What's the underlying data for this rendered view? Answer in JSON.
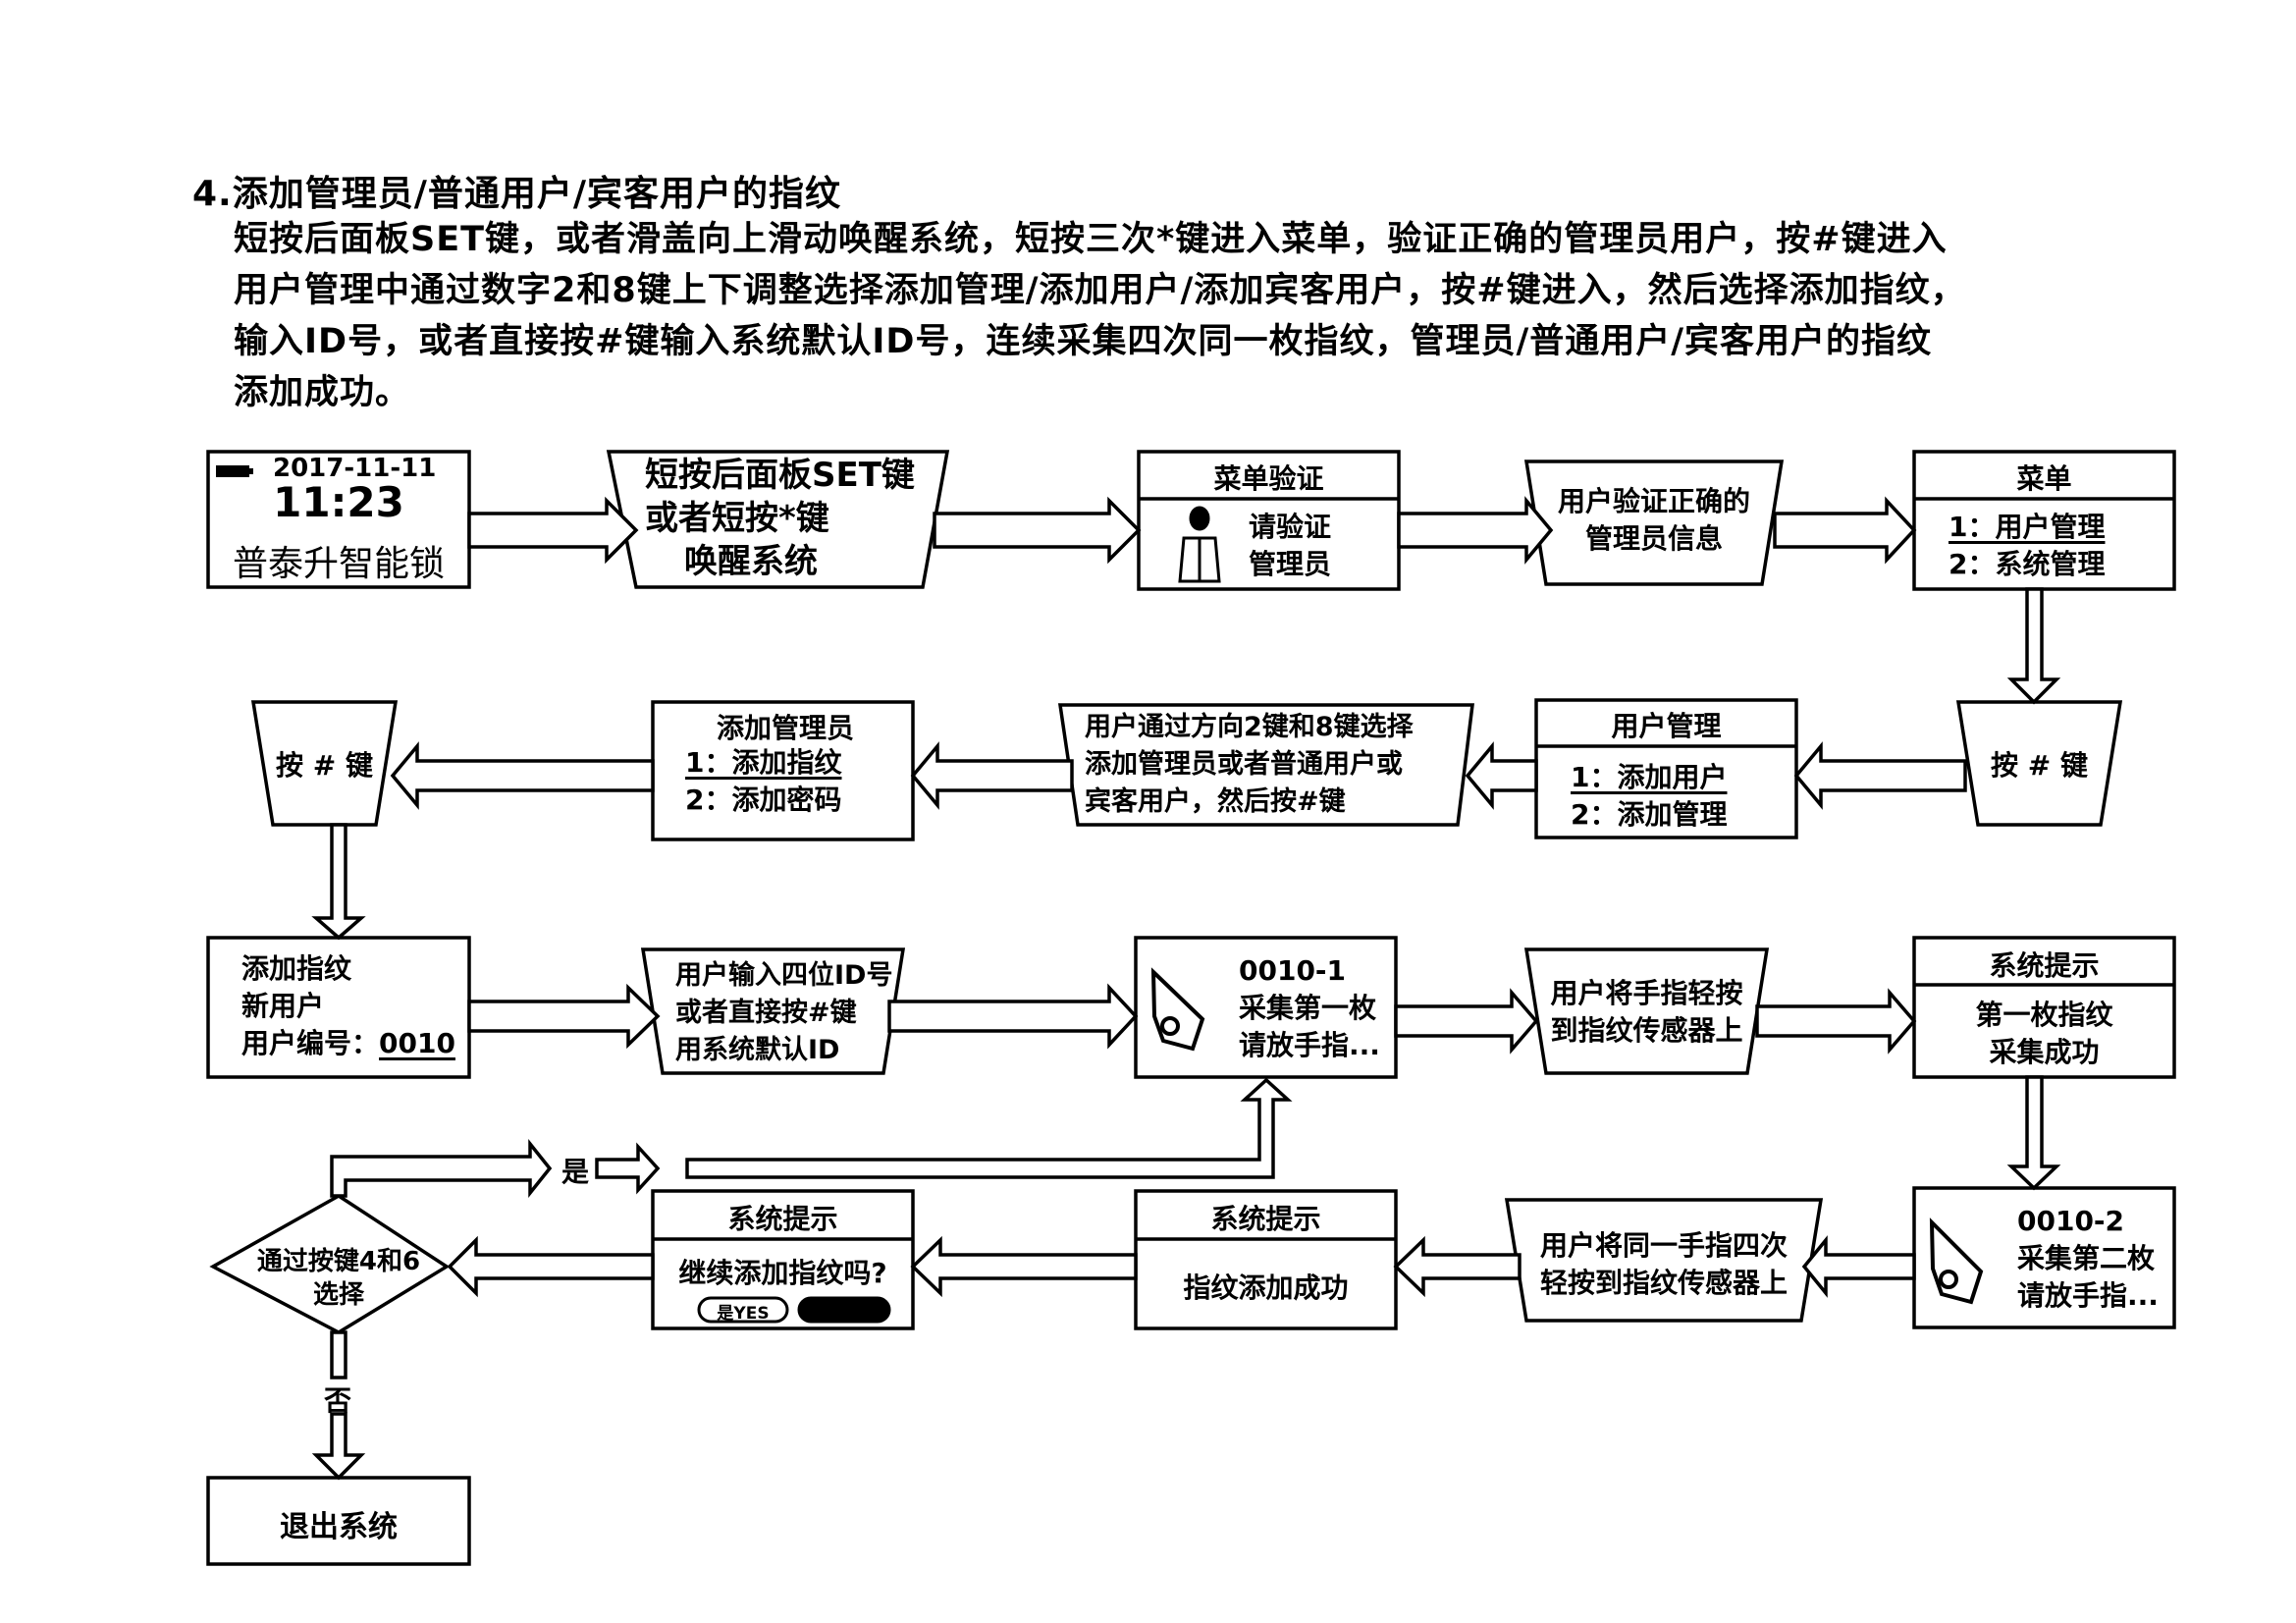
{
  "section": {
    "heading": "4.添加管理员/普通用户/宾客用户的指纹",
    "paragraph_lines": [
      "短按后面板SET键，或者滑盖向上滑动唤醒系统，短按三次*键进入菜单，验证正确的管理员用户，按#键进入",
      "用户管理中通过数字2和8键上下调整选择添加管理/添加用户/添加宾客用户，按#键进入，然后选择添加指纹，",
      "输入ID号，或者直接按#键输入系统默认ID号，连续采集四次同一枚指纹，管理员/普通用户/宾客用户的指纹",
      "添加成功。"
    ]
  },
  "nodes": {
    "lcd_home": {
      "date": "2017-11-11",
      "time": "11:23",
      "brand": "普泰升智能锁",
      "icon": "battery-icon"
    },
    "wake_step": {
      "lines": [
        "短按后面板SET键",
        "或者短按*键",
        "唤醒系统"
      ]
    },
    "menu_verify": {
      "title": "菜单验证",
      "lines": [
        "请验证",
        "管理员"
      ],
      "icon": "user-icon"
    },
    "verify_ok": {
      "lines": [
        "用户验证正确的",
        "管理员信息"
      ]
    },
    "menu": {
      "title": "菜单",
      "items": [
        "1：用户管理",
        "2：系统管理"
      ],
      "selected": 0
    },
    "press_hash_1": {
      "label": "按 # 键"
    },
    "user_mgmt": {
      "title": "用户管理",
      "items": [
        "1：添加用户",
        "2：添加管理"
      ],
      "selected": 0
    },
    "select_step": {
      "lines": [
        "用户通过方向2键和8键选择",
        "添加管理员或者普通用户或",
        "宾客用户，然后按#键"
      ]
    },
    "add_admin": {
      "title": "添加管理员",
      "items": [
        "1：添加指纹",
        "2：添加密码"
      ],
      "selected": 0
    },
    "press_hash_2": {
      "label": "按 # 键"
    },
    "add_fp": {
      "lines": [
        "添加指纹",
        "新用户"
      ],
      "id_label": "用户编号：",
      "id_value": "0010"
    },
    "input_id": {
      "lines": [
        "用户输入四位ID号",
        "或者直接按#键",
        "用系统默认ID"
      ]
    },
    "capture_1": {
      "code": "0010-1",
      "lines": [
        "采集第一枚",
        "请放手指..."
      ],
      "icon": "pointing-hand-icon"
    },
    "press_finger": {
      "lines": [
        "用户将手指轻按",
        "到指纹传感器上"
      ]
    },
    "prompt_first": {
      "title": "系统提示",
      "lines": [
        "第一枚指纹",
        "采集成功"
      ]
    },
    "capture_2": {
      "code": "0010-2",
      "lines": [
        "采集第二枚",
        "请放手指..."
      ],
      "icon": "pointing-hand-icon"
    },
    "press_four": {
      "lines": [
        "用户将同一手指四次",
        "轻按到指纹传感器上"
      ]
    },
    "prompt_success": {
      "title": "系统提示",
      "lines": [
        "指纹添加成功"
      ]
    },
    "prompt_continue": {
      "title": "系统提示",
      "question": "继续添加指纹吗?",
      "yes_label": "是YES",
      "no_label": ""
    },
    "decision": {
      "lines": [
        "通过按键4和6",
        "选择"
      ]
    },
    "exit": {
      "label": "退出系统"
    }
  },
  "edge_labels": {
    "yes": "是",
    "no": "否"
  }
}
